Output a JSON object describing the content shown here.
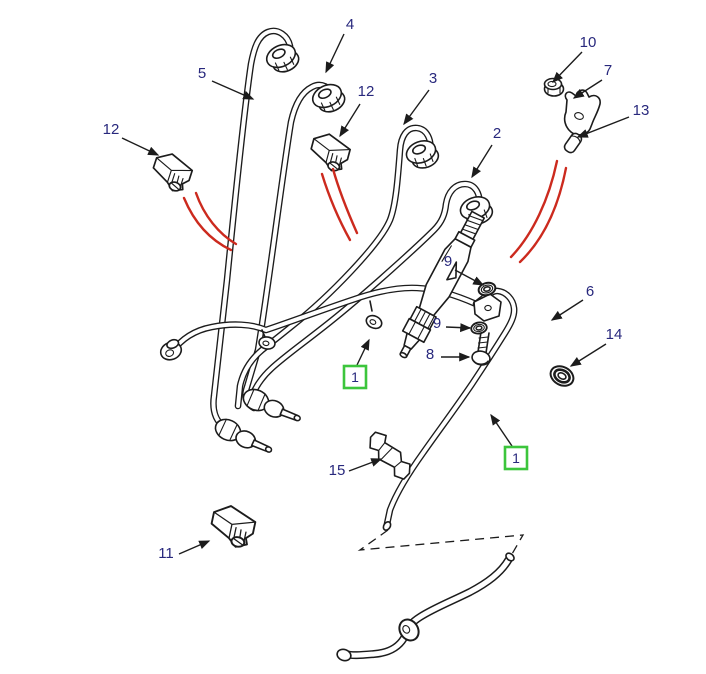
{
  "figure": {
    "type": "exploded-parts-diagram",
    "background": "#ffffff",
    "line_color": "#1c1c1c",
    "label_color": "#28287d",
    "red_arrow_color": "#cc2a1e",
    "green_box_color": "#3cc53c"
  },
  "callouts": [
    {
      "label": "4"
    },
    {
      "label": "5"
    },
    {
      "label": "12"
    },
    {
      "label": "12"
    },
    {
      "label": "3"
    },
    {
      "label": "2"
    },
    {
      "label": "10"
    },
    {
      "label": "7"
    },
    {
      "label": "13"
    },
    {
      "label": "9"
    },
    {
      "label": "9"
    },
    {
      "label": "8"
    },
    {
      "label": "6"
    },
    {
      "label": "14"
    },
    {
      "label": "15"
    },
    {
      "label": "11"
    }
  ],
  "boxed_callouts": [
    {
      "label": "1"
    },
    {
      "label": "1"
    }
  ]
}
